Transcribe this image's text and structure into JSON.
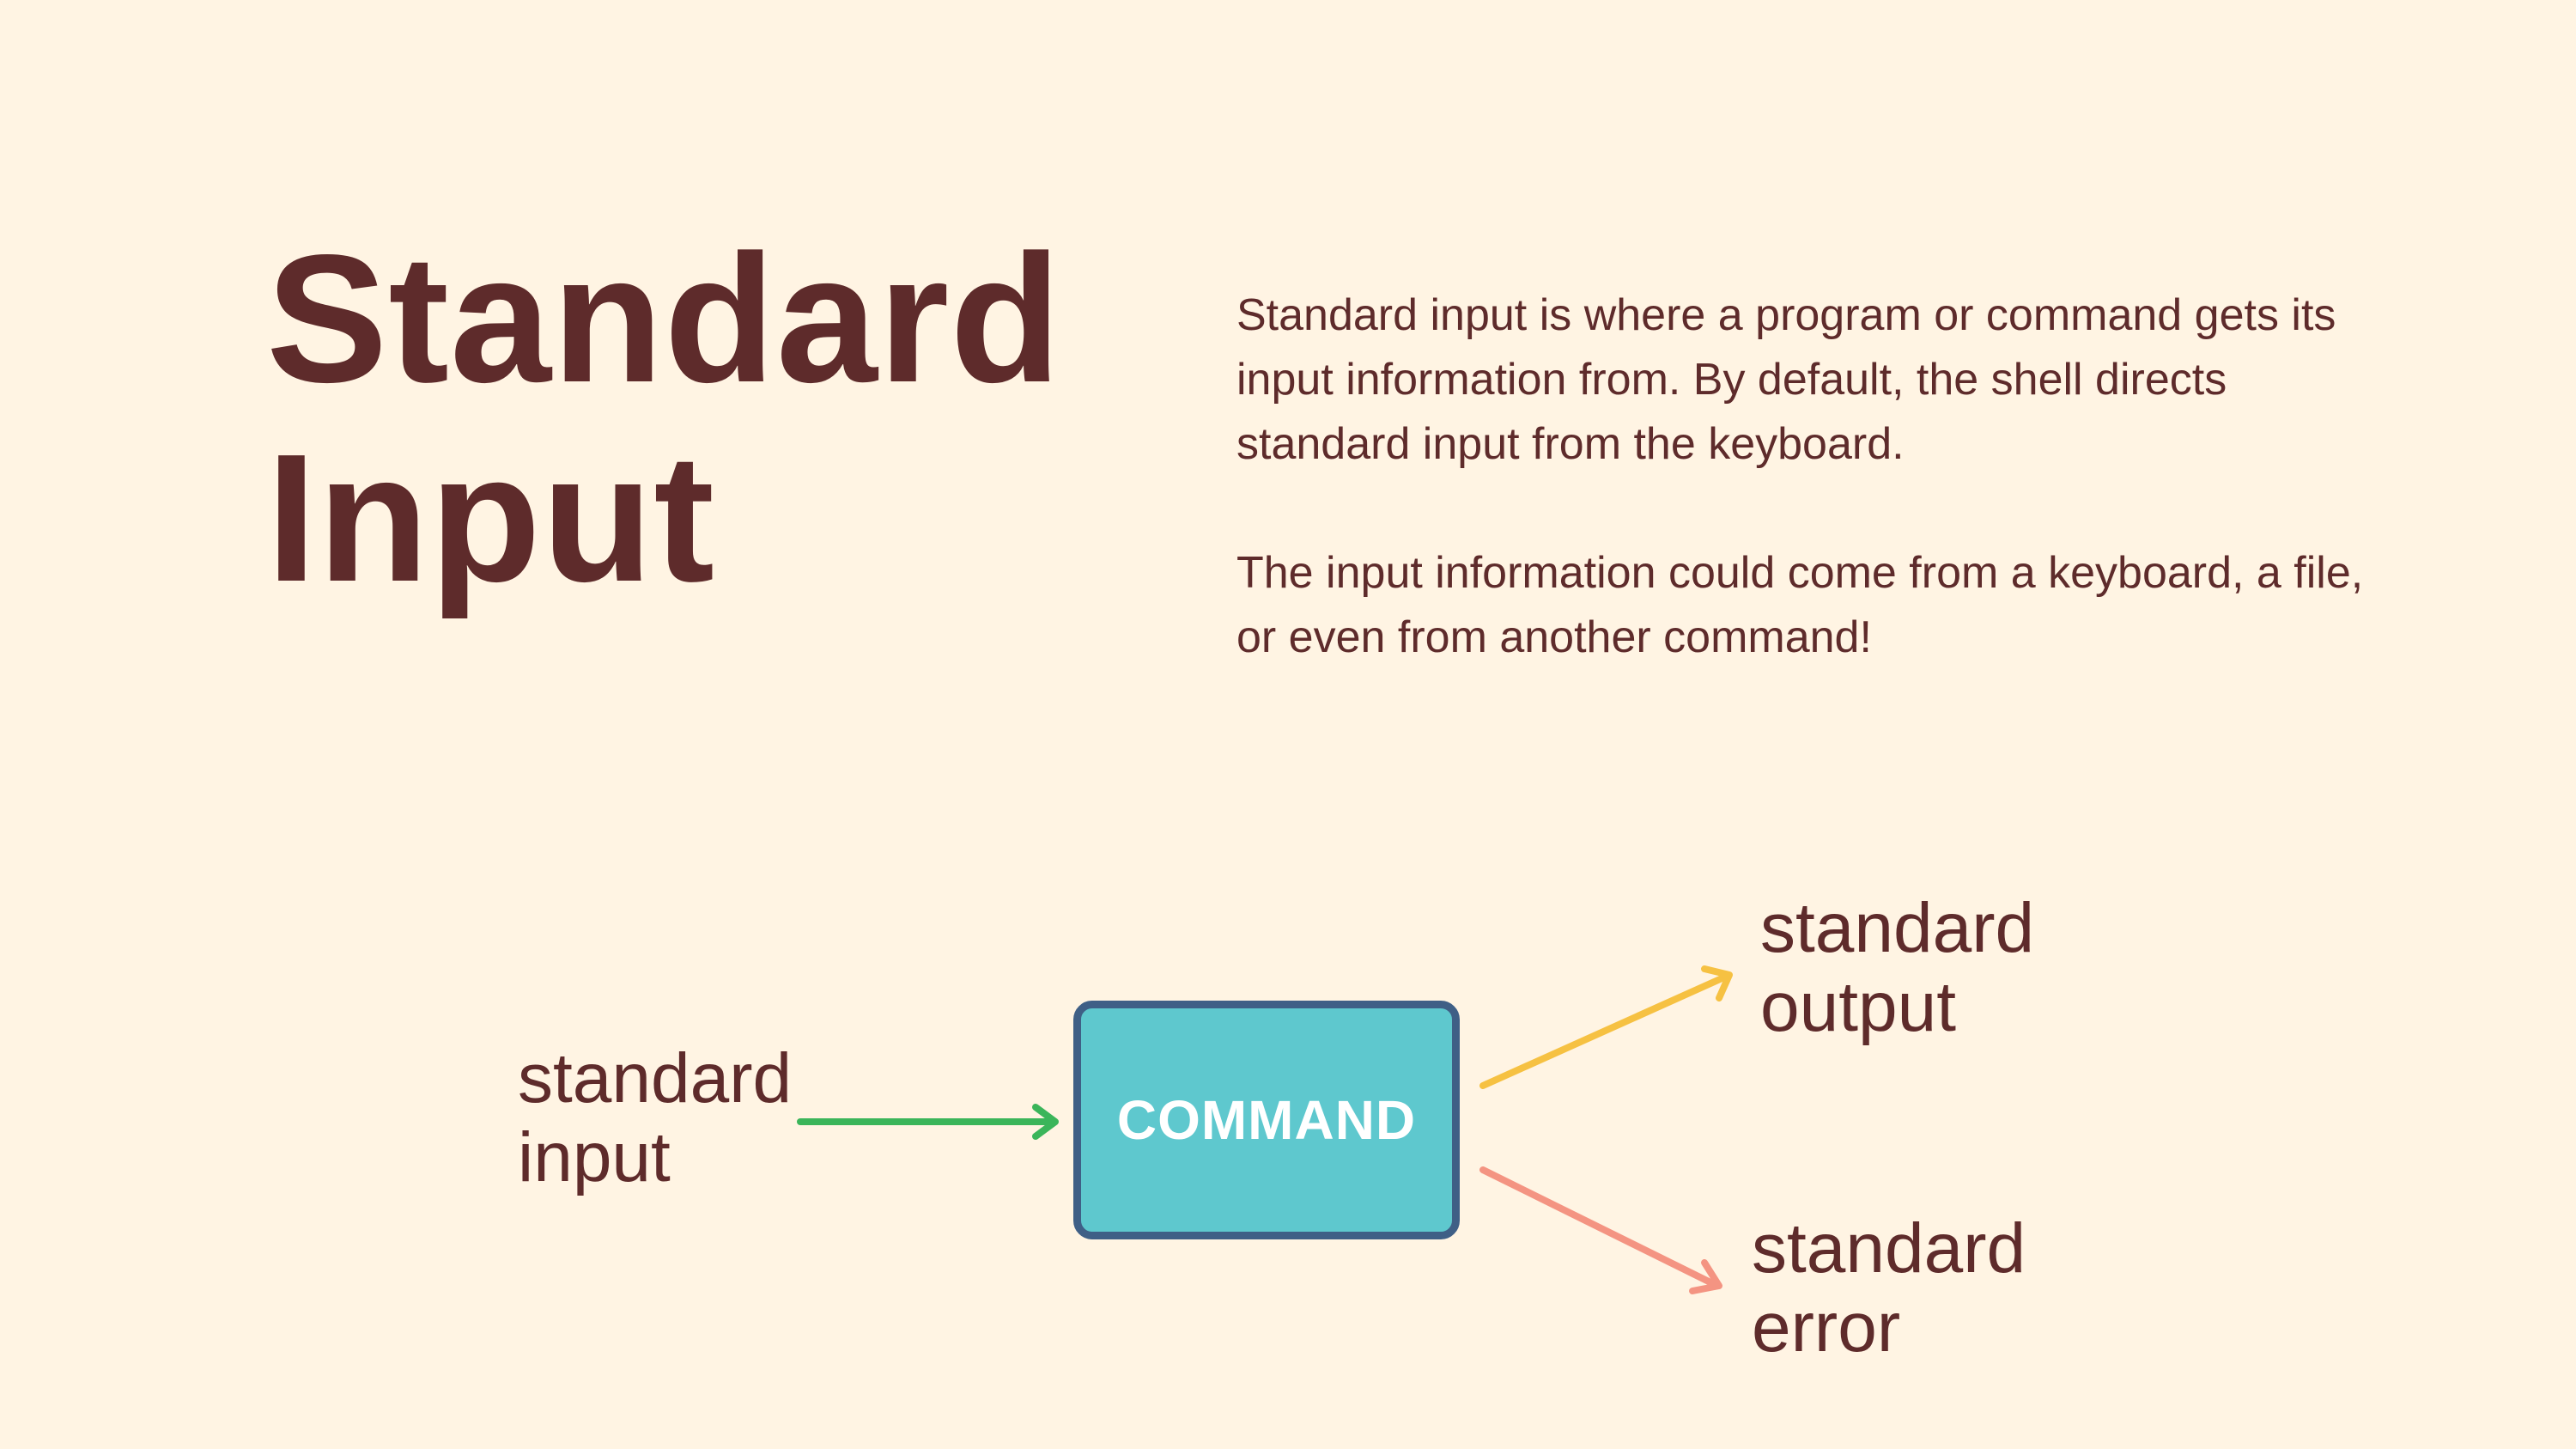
{
  "title": {
    "line1": "Standard",
    "line2": "Input"
  },
  "description": {
    "paragraph1": "Standard input is where a program or command gets its input information from.  By default, the shell directs standard input from the keyboard.",
    "paragraph2": "The input information could come from a keyboard, a file, or even from another command!"
  },
  "diagram": {
    "command_label": "COMMAND",
    "input_label": {
      "line1": "standard",
      "line2": "input"
    },
    "output_label": {
      "line1": "standard",
      "line2": "output"
    },
    "error_label": {
      "line1": "standard",
      "line2": "error"
    },
    "colors": {
      "input_arrow": "#3bb55a",
      "output_arrow": "#f6c142",
      "error_arrow": "#f49482",
      "box_fill": "#5ec8ce",
      "box_border": "#3f5f86"
    }
  }
}
